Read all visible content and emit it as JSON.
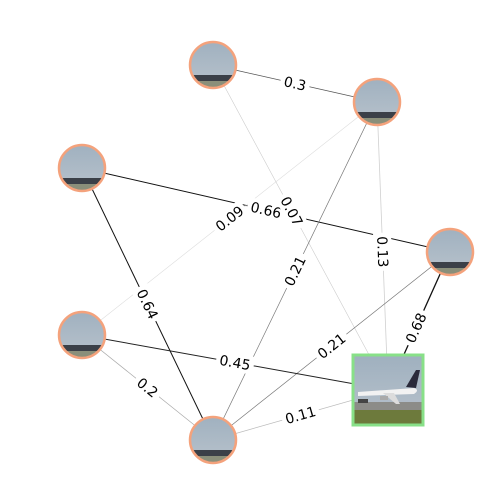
{
  "graph": {
    "node_border_color": "#f4a27c",
    "selected_border_color": "#88e088",
    "nodes": [
      {
        "id": "n_top",
        "kind": "circle"
      },
      {
        "id": "n_upper_right",
        "kind": "circle"
      },
      {
        "id": "n_left",
        "kind": "circle"
      },
      {
        "id": "n_right",
        "kind": "circle"
      },
      {
        "id": "n_lower_left",
        "kind": "circle"
      },
      {
        "id": "n_bottom",
        "kind": "circle"
      },
      {
        "id": "n_selected",
        "kind": "square"
      }
    ],
    "edges": [
      {
        "from": "n_top",
        "to": "n_upper_right",
        "label": "0.3"
      },
      {
        "from": "n_left",
        "to": "n_right",
        "label": "0.66"
      },
      {
        "from": "n_upper_right",
        "to": "n_lower_left",
        "label": "0.09"
      },
      {
        "from": "n_top",
        "to": "n_selected",
        "label": "0.07"
      },
      {
        "from": "n_upper_right",
        "to": "n_bottom",
        "label": "0.21"
      },
      {
        "from": "n_upper_right",
        "to": "n_selected",
        "label": "0.13"
      },
      {
        "from": "n_left",
        "to": "n_bottom",
        "label": "0.64"
      },
      {
        "from": "n_right",
        "to": "n_bottom",
        "label": "0.21"
      },
      {
        "from": "n_right",
        "to": "n_selected",
        "label": "0.68"
      },
      {
        "from": "n_lower_left",
        "to": "n_selected",
        "label": "0.45"
      },
      {
        "from": "n_lower_left",
        "to": "n_bottom",
        "label": "0.2"
      },
      {
        "from": "n_bottom",
        "to": "n_selected",
        "label": "0.11"
      }
    ]
  }
}
